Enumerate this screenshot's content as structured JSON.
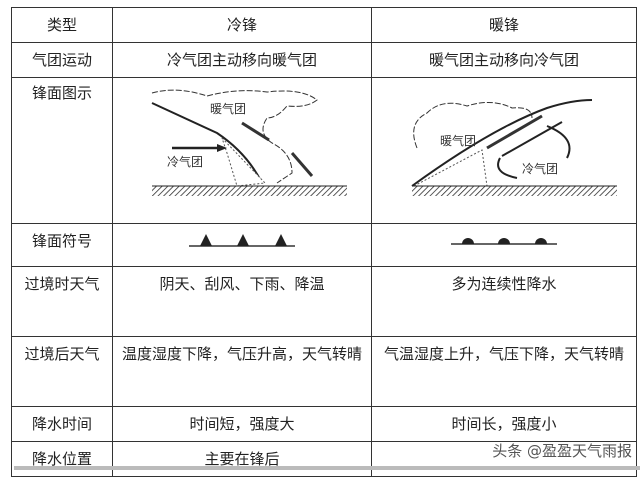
{
  "header": {
    "type": "类型",
    "cold": "冷锋",
    "warm": "暖锋"
  },
  "rows": [
    {
      "label": "气团运动",
      "cold": "冷气团主动移向暖气团",
      "warm": "暖气团主动移向冷气团"
    },
    {
      "label": "锋面图示",
      "cold_diagram": {
        "warm_air": "暖气团",
        "cold_air": "冷气团"
      },
      "warm_diagram": {
        "warm_air": "暖气团",
        "cold_air": "冷气团"
      }
    },
    {
      "label": "锋面符号",
      "cold_symbol": "triangles-icon",
      "warm_symbol": "semicircles-icon"
    },
    {
      "label": "过境时天气",
      "cold": "阴天、刮风、下雨、降温",
      "warm": "多为连续性降水"
    },
    {
      "label": "过境后天气",
      "cold": "温度湿度下降，气压升高，天气转晴",
      "warm": "气温湿度上升，气压下降，天气转晴"
    },
    {
      "label": "降水时间",
      "cold": "时间短，强度大",
      "warm": "时间长，强度小"
    },
    {
      "label": "降水位置",
      "cold": "主要在锋后",
      "warm": ""
    }
  ],
  "watermark": "头条 @盈盈天气雨报"
}
